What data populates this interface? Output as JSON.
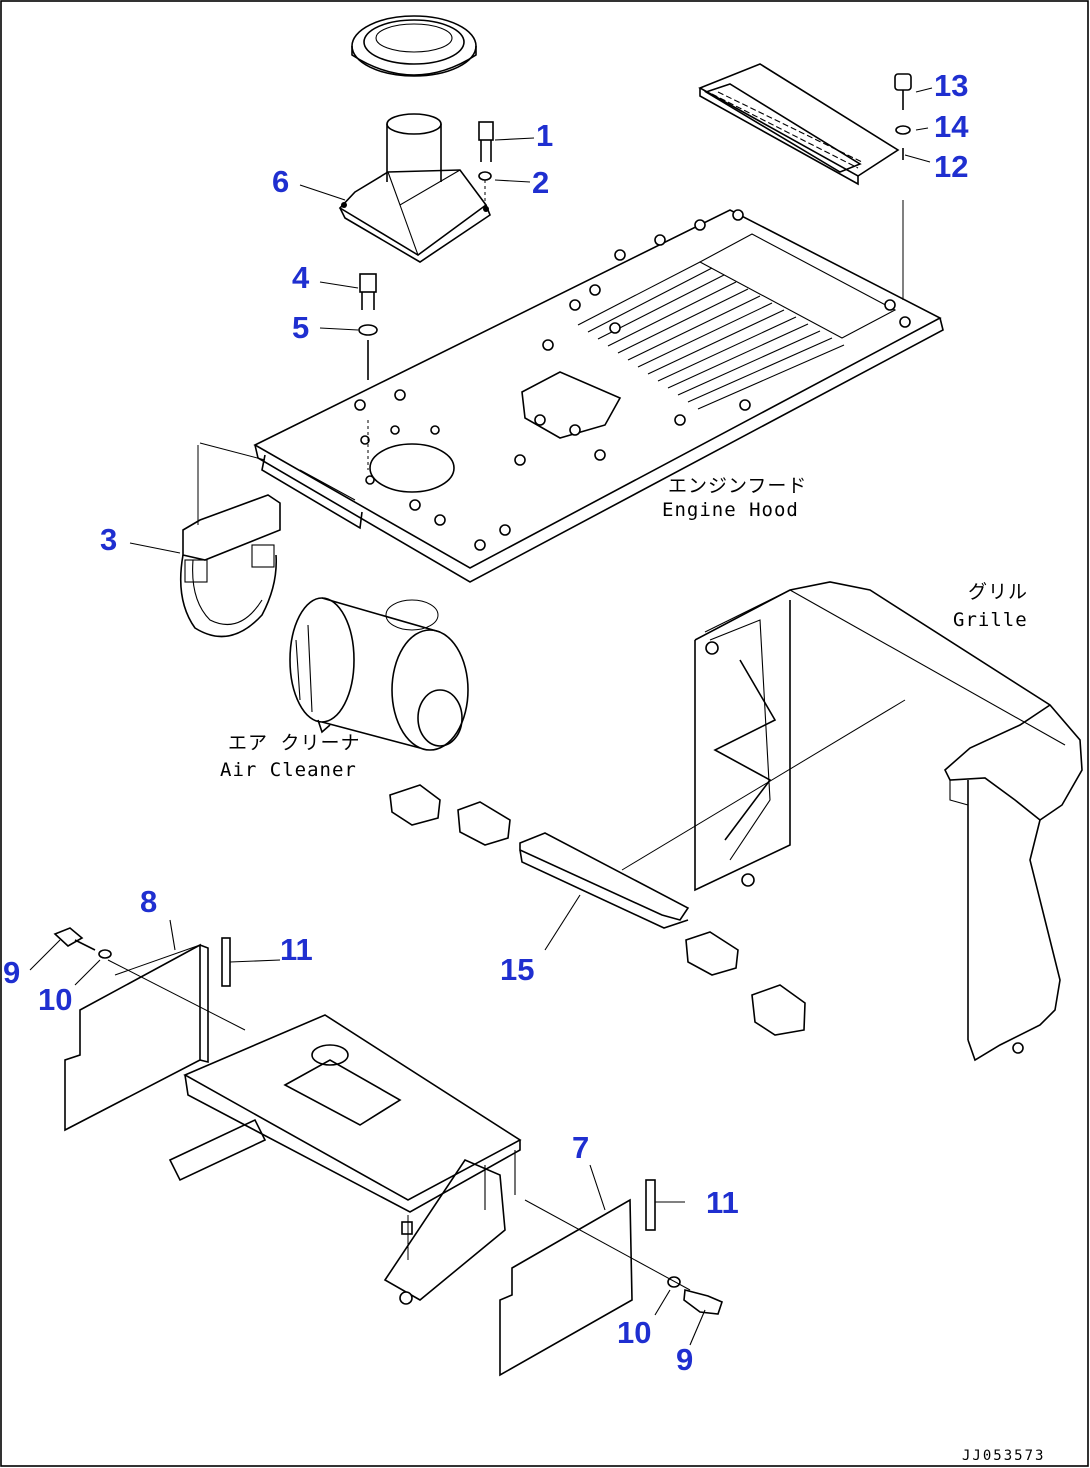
{
  "callouts": [
    {
      "num": "1"
    },
    {
      "num": "2"
    },
    {
      "num": "3"
    },
    {
      "num": "4"
    },
    {
      "num": "5"
    },
    {
      "num": "6"
    },
    {
      "num": "7"
    },
    {
      "num": "8"
    },
    {
      "num": "9"
    },
    {
      "num": "10"
    },
    {
      "num": "11"
    },
    {
      "num": "12"
    },
    {
      "num": "13"
    },
    {
      "num": "14"
    },
    {
      "num": "15"
    },
    {
      "num": "9"
    },
    {
      "num": "10"
    },
    {
      "num": "11"
    }
  ],
  "labels": {
    "engine_hood_jp": "エンジンフード",
    "engine_hood_en": "Engine Hood",
    "grille_jp": "グリル",
    "grille_en": "Grille",
    "air_cleaner_jp": "エア クリーナ",
    "air_cleaner_en": "Air Cleaner"
  },
  "drawing_code": "JJ053573",
  "colors": {
    "callout": "#1f2fd0",
    "line": "#000000",
    "background": "#ffffff"
  }
}
